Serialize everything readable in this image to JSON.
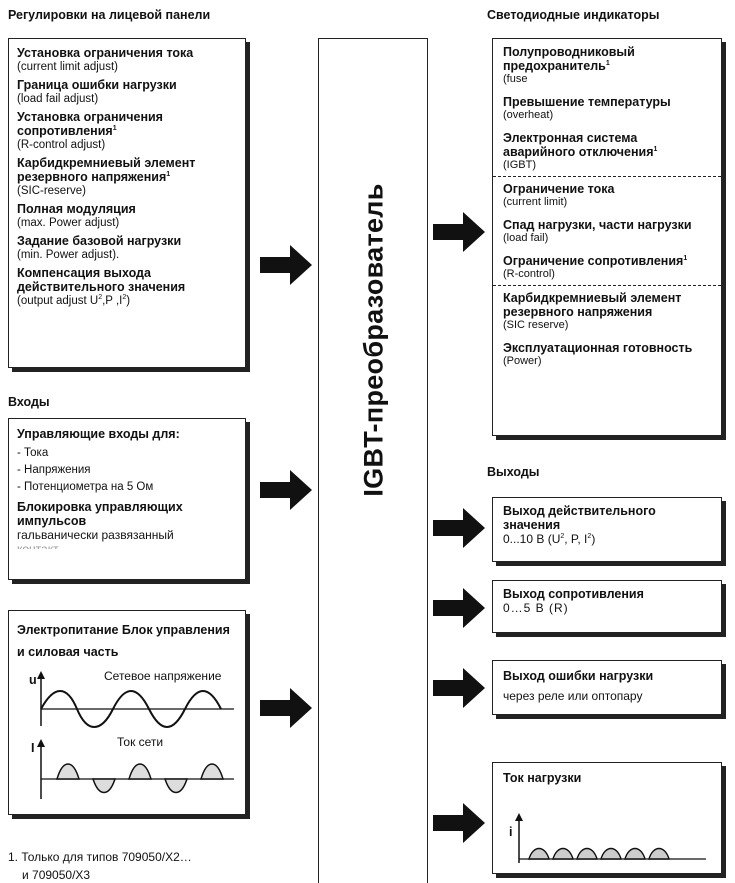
{
  "headers": {
    "front_panel": "Регулировки на лицевой панели",
    "leds": "Светодиодные индикаторы",
    "inputs": "Входы",
    "outputs": "Выходы"
  },
  "center_title": "IGBT-преобразователь",
  "front_panel_items": [
    {
      "bold": "Установка ограничения тока",
      "sub": "(current limit adjust)"
    },
    {
      "bold": "Граница ошибки нагрузки",
      "sub": "(load fail adjust)"
    },
    {
      "bold": "Установка ограничения сопротивления",
      "sub": "(R-control adjust)"
    },
    {
      "bold": "Карбидкремниевый элемент резервного напряжения",
      "sub": "(SIC-reserve)"
    },
    {
      "bold": "Полная модуляция",
      "sub": "(max. Power adjust)"
    },
    {
      "bold": "Задание базовой нагрузки",
      "sub": "(min. Power adjust)."
    },
    {
      "bold": "Компенсация выхода действительного значения",
      "sub": "(output adjust U"
    }
  ],
  "footnote_mark": "1",
  "output_adjust_tail": {
    "p": ",P ,I",
    "end": ")",
    "sq": "2"
  },
  "inputs_box": {
    "title": "Управляющие входы для:",
    "items": [
      "- Тока",
      "- Напряжения",
      "- Потенциометра на 5 Ом"
    ],
    "bold2": "Блокировка управляющих импульсов",
    "text2": "гальванически развязанный",
    "text2_cut": "контакт"
  },
  "power_box": {
    "title": "Электропитание Блок управления и силовая часть",
    "u_axis": "u",
    "i_axis": "I",
    "grid_label": "Сетевое напряжение",
    "current_label": "Ток сети"
  },
  "leds_items": [
    {
      "bold": "Полупроводниковый предохранитель",
      "sub": "(fuse",
      "fn": true
    },
    {
      "bold": "Превышение температуры",
      "sub": "(overheat)"
    },
    {
      "bold": "Электронная система аварийного отключения",
      "sub": "(IGBT)",
      "fn": true
    },
    {
      "bold": "Ограничение тока",
      "sub": "(current limit)"
    },
    {
      "bold": "Спад нагрузки, части нагрузки",
      "sub": "(load fail)"
    },
    {
      "bold": "Ограничение сопротивления",
      "sub": "(R-control)",
      "fn": true
    },
    {
      "bold": "Карбидкремниевый элемент резервного напряжения",
      "sub": "(SIC reserve)"
    },
    {
      "bold": "Эксплуатационная готовность",
      "sub": "(Power)"
    }
  ],
  "outputs": [
    {
      "title": "Выход действительного значения",
      "value": "0...10 В (U",
      "tail": ", P, I",
      "end": ")",
      "sq": "2"
    },
    {
      "title": "Выход сопротивления",
      "value": "0…5 В (R)"
    },
    {
      "title": "Выход ошибки нагрузки",
      "value": "через реле или оптопару"
    },
    {
      "title": "Ток нагрузки",
      "axis": "i"
    }
  ],
  "footnote": {
    "line1": "1.  Только для типов 709050/X2…",
    "line2": "и 709050/X3"
  }
}
